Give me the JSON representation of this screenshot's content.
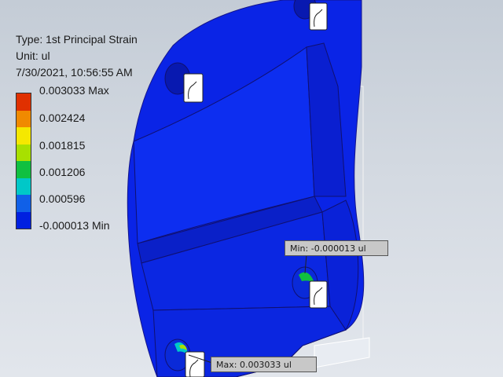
{
  "legend": {
    "type_line": "Type: 1st Principal Strain",
    "unit_line": "Unit: ul",
    "timestamp": "7/30/2021, 10:56:55 AM",
    "ticks": [
      "0.003033 Max",
      "0.002424",
      "0.001815",
      "0.001206",
      "0.000596",
      "-0.000013 Min"
    ],
    "colors": [
      "#e03000",
      "#f08a00",
      "#f5e800",
      "#a8e000",
      "#10c040",
      "#00c8c8",
      "#1060e8",
      "#0020e0"
    ]
  },
  "probes": {
    "min_label": "Min: -0.000013 ul",
    "max_label": "Max: 0.003033 ul"
  },
  "model": {
    "body_color": "#0a24e6",
    "edge_color": "#1a1a1a"
  }
}
